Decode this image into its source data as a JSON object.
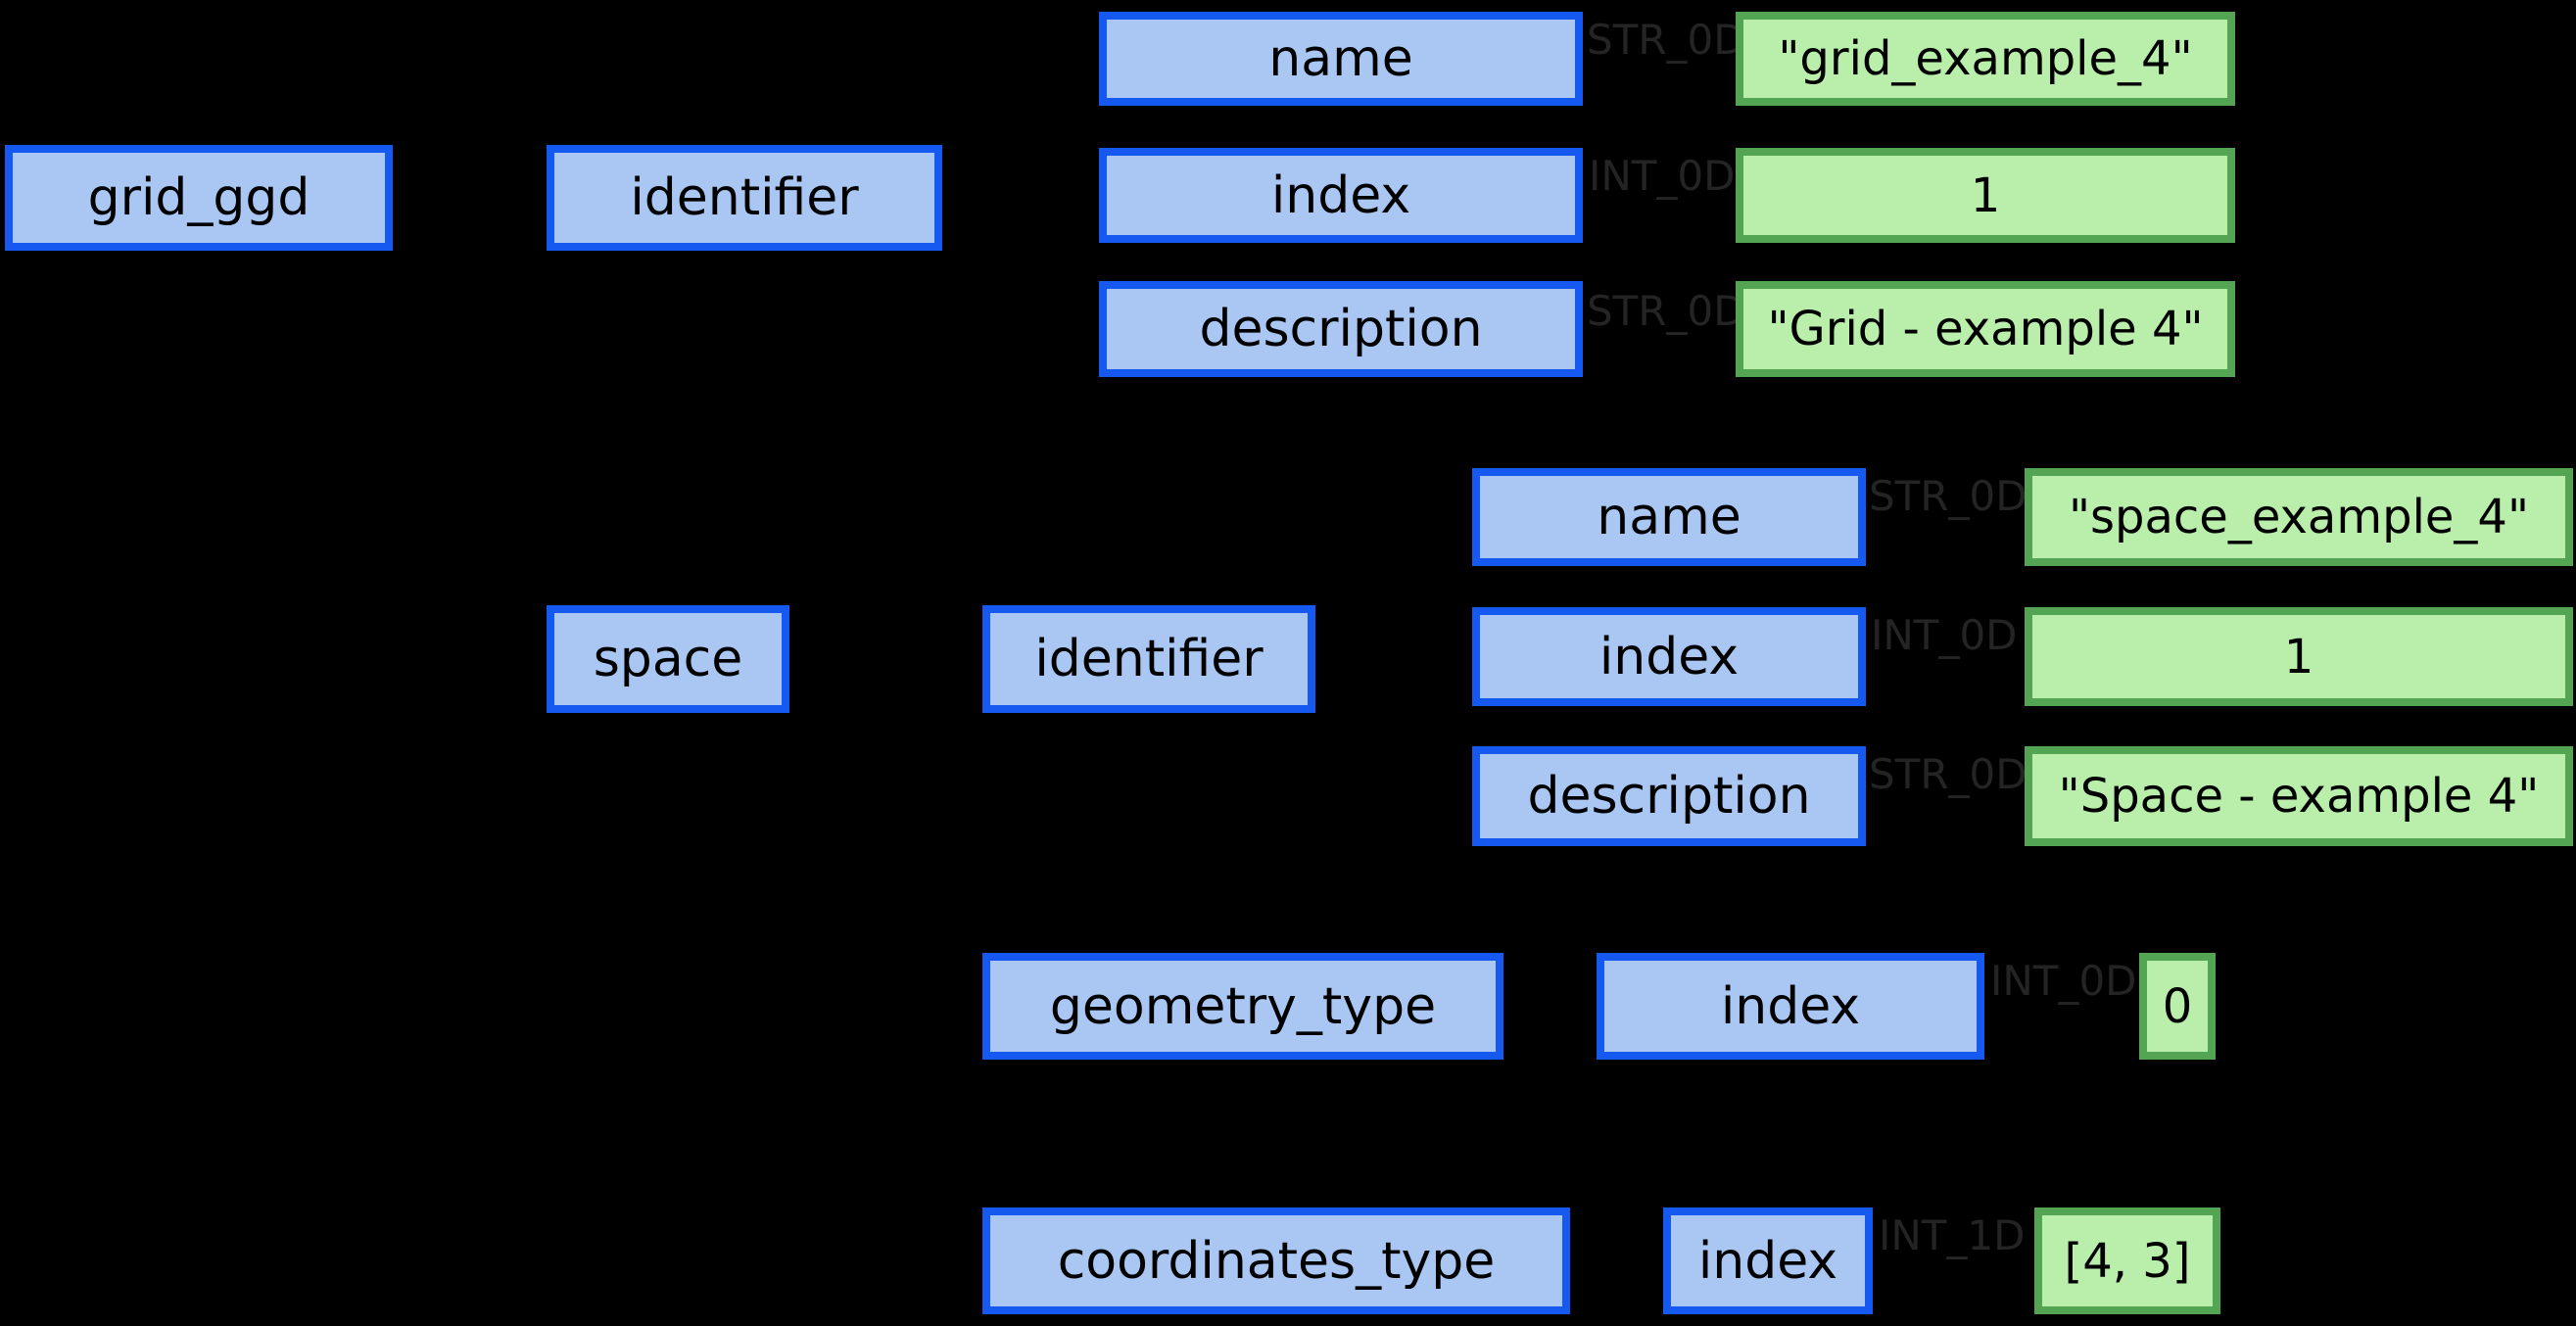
{
  "colors": {
    "background": "#000000",
    "blue_node_fill": "#a9c7f2",
    "blue_node_border": "#1659f0",
    "green_leaf_fill": "#b9eeab",
    "green_leaf_border": "#53a553",
    "edge_label_color": "#242424",
    "node_text_color": "#000000"
  },
  "diagram": {
    "blue_nodes": {
      "grid_ggd": "grid_ggd",
      "identifier_grid": "identifier",
      "name_grid": "name",
      "index_grid": "index",
      "description_grid": "description",
      "space": "space",
      "identifier_space": "identifier",
      "name_space": "name",
      "index_space": "index",
      "description_space": "description",
      "geometry_type": "geometry_type",
      "index_geometry": "index",
      "coordinates_type": "coordinates_type",
      "index_coordinates": "index"
    },
    "green_leaves": {
      "grid_name_value": "\"grid_example_4\"",
      "grid_index_value": "1",
      "grid_description_value": "\"Grid - example 4\"",
      "space_name_value": "\"space_example_4\"",
      "space_index_value": "1",
      "space_description_value": "\"Space - example 4\"",
      "geometry_index_value": "0",
      "coordinates_index_value": "[4, 3]"
    },
    "edge_labels": {
      "grid_name_type": "STR_0D",
      "grid_index_type": "INT_0D",
      "grid_description_type": "STR_0D",
      "space_name_type": "STR_0D",
      "space_index_type": "INT_0D",
      "space_description_type": "STR_0D",
      "geometry_index_type": "INT_0D",
      "coordinates_index_type": "INT_1D"
    }
  }
}
